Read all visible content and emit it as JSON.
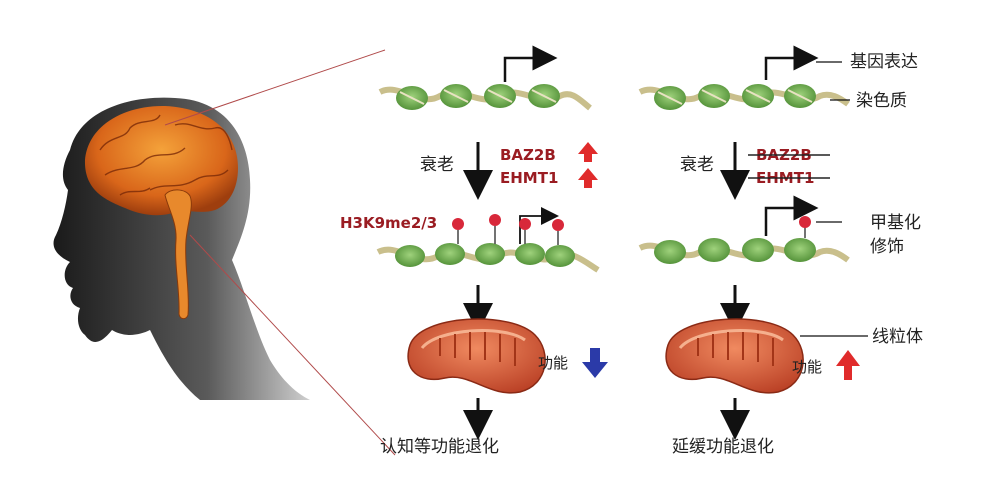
{
  "labels": {
    "gene_expression": "基因表达",
    "chromatin": "染色质",
    "methylation_line1": "甲基化",
    "methylation_line2": "修饰",
    "mitochondria": "线粒体"
  },
  "left_pathway": {
    "aging": "衰老",
    "gene1": "BAZ2B",
    "gene2": "EHMT1",
    "mark": "H3K9me2/3",
    "function": "功能",
    "outcome": "认知等功能退化"
  },
  "right_pathway": {
    "aging": "衰老",
    "gene1": "BAZ2B",
    "gene2": "EHMT1",
    "function": "功能",
    "outcome": "延缓功能退化"
  },
  "colors": {
    "up_arrow": "#e02b2b",
    "down_arrow": "#2b3aa8",
    "methyl": "#d8283a",
    "nucleosome": "#6fae4f",
    "dna": "#c9bf8c",
    "mito": "#d9583a",
    "brain": "#e07a1c"
  }
}
